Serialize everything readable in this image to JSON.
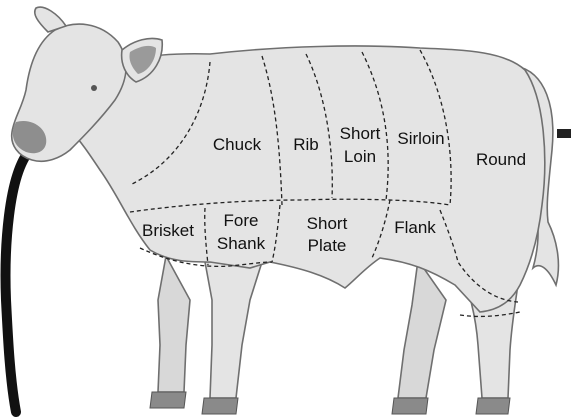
{
  "diagram": {
    "colors": {
      "body_fill": "#e4e4e4",
      "outline": "#6f6f6f",
      "cut_lines": "#222222",
      "hooves": "#8a8a8a",
      "rope": "#111111"
    },
    "cuts": {
      "chuck": "Chuck",
      "rib": "Rib",
      "short_loin_1": "Short",
      "short_loin_2": "Loin",
      "sirloin": "Sirloin",
      "round": "Round",
      "brisket": "Brisket",
      "fore_shank_1": "Fore",
      "fore_shank_2": "Shank",
      "short_plate_1": "Short",
      "short_plate_2": "Plate",
      "flank": "Flank"
    }
  }
}
